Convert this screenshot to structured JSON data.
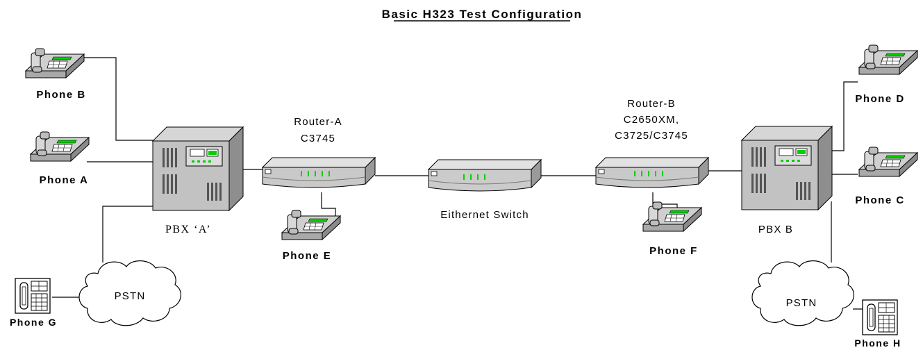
{
  "title": "Basic H323 Test Configuration",
  "icons": {
    "desk_phone": "desk-phone-icon",
    "wall_phone": "wall-phone-icon",
    "pbx": "pbx-cabinet-icon",
    "router": "router-icon",
    "switch": "ethernet-switch-icon",
    "cloud": "pstn-cloud-icon"
  },
  "colors": {
    "led": "#00d000",
    "line": "#000000"
  },
  "nodes": {
    "phone_b": "Phone B",
    "phone_a": "Phone A",
    "phone_g": "Phone G",
    "pbx_a": "PBX ‘A’",
    "pstn_left": "PSTN",
    "router_a_name": "Router-A",
    "router_a_model": "C3745",
    "phone_e": "Phone E",
    "switch": "Eithernet Switch",
    "router_b_name": "Router-B",
    "router_b_model1": "C2650XM,",
    "router_b_model2": "C3725/C3745",
    "phone_f": "Phone F",
    "pbx_b": "PBX B",
    "phone_d": "Phone D",
    "phone_c": "Phone C",
    "pstn_right": "PSTN",
    "phone_h": "Phone H"
  }
}
